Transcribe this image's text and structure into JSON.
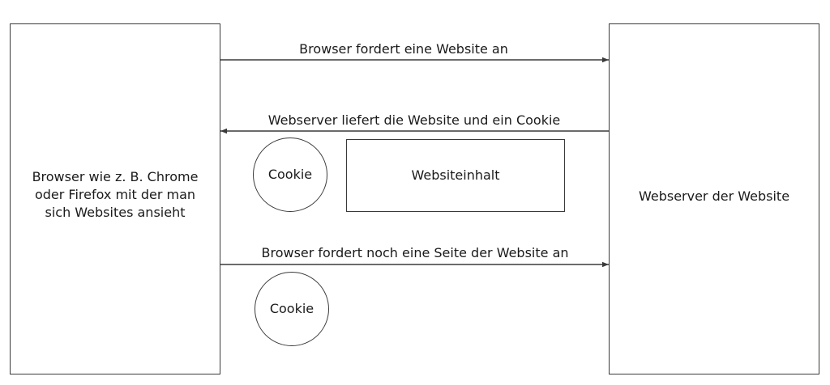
{
  "browser": {
    "label_lines": [
      "Browser wie z. B. Chrome",
      "oder Firefox mit der man",
      "sich Websites ansieht"
    ]
  },
  "server": {
    "label": "Webserver der Website"
  },
  "messages": [
    {
      "text": "Browser fordert eine Website an",
      "direction": "right"
    },
    {
      "text": "Webserver liefert die Website und ein Cookie",
      "direction": "left"
    },
    {
      "text": "Browser fordert noch eine Seite der Website an",
      "direction": "right"
    }
  ],
  "payload": {
    "cookie_label": "Cookie",
    "content_label": "Websiteinhalt"
  },
  "request_cookie": {
    "label": "Cookie"
  },
  "colors": {
    "stroke": "#3a3a3a",
    "text": "#1a1a1a",
    "background": "#ffffff"
  }
}
